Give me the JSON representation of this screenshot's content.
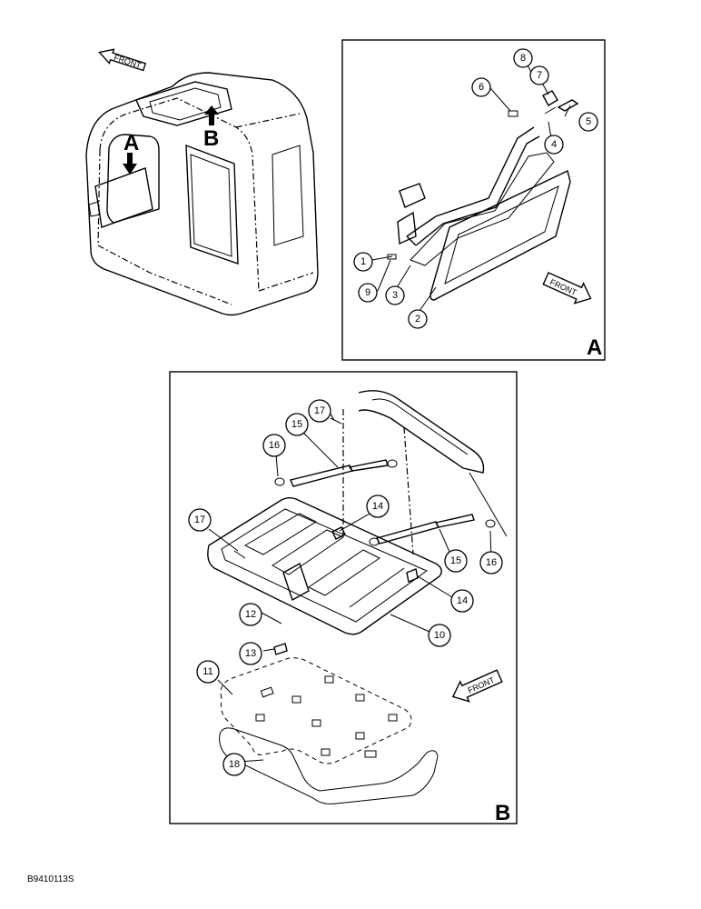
{
  "figure_code": "B9410113S",
  "front_label": "FRONT",
  "views": {
    "overview": {
      "marker_a": "A",
      "marker_b": "B"
    },
    "detail_a": {
      "label": "A",
      "callouts": [
        {
          "label": "1"
        },
        {
          "label": "2"
        },
        {
          "label": "3"
        },
        {
          "label": "4"
        },
        {
          "label": "5"
        },
        {
          "label": "6"
        },
        {
          "label": "7"
        },
        {
          "label": "8"
        },
        {
          "label": "9"
        }
      ]
    },
    "detail_b": {
      "label": "B",
      "callouts": [
        {
          "label": "10"
        },
        {
          "label": "11"
        },
        {
          "label": "12"
        },
        {
          "label": "13"
        },
        {
          "label": "14"
        },
        {
          "label": "14"
        },
        {
          "label": "15"
        },
        {
          "label": "15"
        },
        {
          "label": "16"
        },
        {
          "label": "16"
        },
        {
          "label": "17"
        },
        {
          "label": "17"
        },
        {
          "label": "18"
        }
      ]
    }
  }
}
